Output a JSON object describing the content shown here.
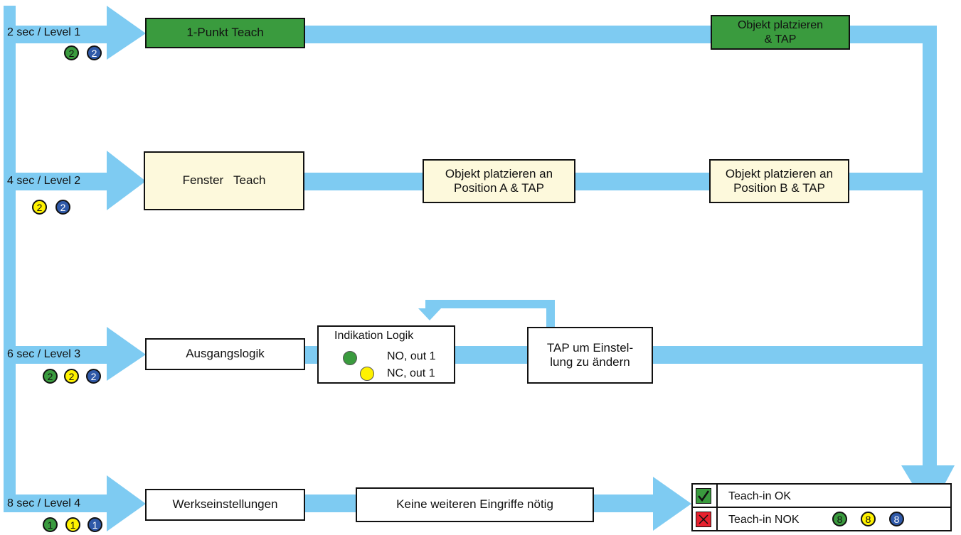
{
  "levels": [
    {
      "label": "2 sec / Level 1",
      "leds": [
        {
          "color": "green",
          "num": "2"
        },
        {
          "color": "blue",
          "num": "2"
        }
      ]
    },
    {
      "label": "4 sec / Level 2",
      "leds": [
        {
          "color": "yellow",
          "num": "2"
        },
        {
          "color": "blue",
          "num": "2"
        }
      ]
    },
    {
      "label": "6 sec / Level 3",
      "leds": [
        {
          "color": "green",
          "num": "2"
        },
        {
          "color": "yellow",
          "num": "2"
        },
        {
          "color": "blue",
          "num": "2"
        }
      ]
    },
    {
      "label": "8 sec / Level 4",
      "leds": [
        {
          "color": "green",
          "num": "1"
        },
        {
          "color": "yellow",
          "num": "1"
        },
        {
          "color": "blue",
          "num": "1"
        }
      ]
    }
  ],
  "boxes": {
    "one_point_teach": "1-Punkt Teach",
    "place_tap": "Objekt platzieren\n& TAP",
    "window_teach": "Fenster   Teach",
    "place_a": "Objekt platzieren an\nPosition A & TAP",
    "place_b": "Objekt platzieren an\nPosition B & TAP",
    "output_logic": "Ausgangslogik",
    "indication_title": "Indikation Logik",
    "indication_no": "NO, out 1",
    "indication_nc": "NC, out 1",
    "tap_change": "TAP um Einstel-\nlung zu ändern",
    "factory": "Werkseinstellungen",
    "no_action": "Keine weiteren Eingriffe nötig"
  },
  "legend": {
    "ok": "Teach-in OK",
    "nok": "Teach-in NOK",
    "nok_leds": [
      {
        "color": "green",
        "num": "8"
      },
      {
        "color": "yellow",
        "num": "8"
      },
      {
        "color": "blue",
        "num": "8"
      }
    ]
  },
  "colors": {
    "arrow": "#7ecbf2",
    "green_box": "#3a9b3e",
    "cream_box": "#fdf9dc",
    "led_green": "#3a9b3e",
    "led_yellow": "#fff200",
    "led_blue": "#2f59a8",
    "nok_red": "#e8212e"
  }
}
